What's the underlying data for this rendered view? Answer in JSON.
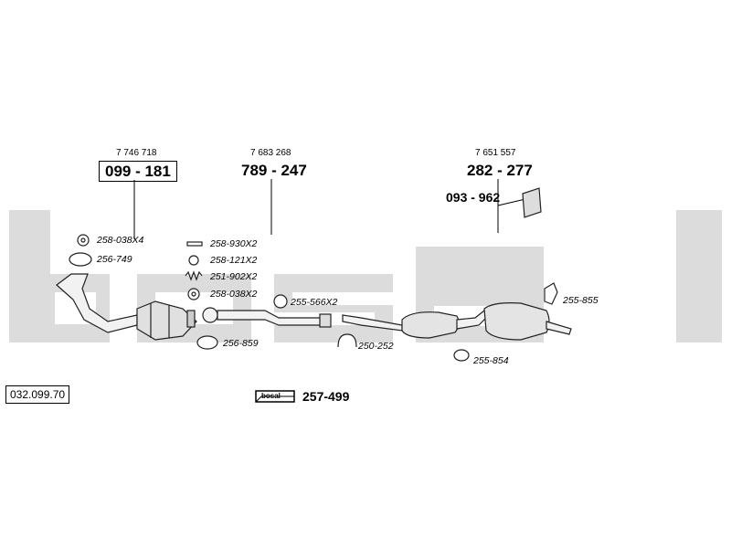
{
  "watermark": {
    "text": "bosal",
    "color": "#d9d9d9"
  },
  "catalog_ref": "032.099.70",
  "assemblies": [
    {
      "id": "front-pipe",
      "oe": "7 746 718",
      "number": "099 - 181",
      "boxed": true
    },
    {
      "id": "middle-pipe",
      "oe": "7 683 268",
      "number": "789 - 247",
      "boxed": false
    },
    {
      "id": "rear-silencer",
      "oe": "7 651 557",
      "number": "282 - 277",
      "boxed": false
    },
    {
      "id": "bracket",
      "number": "093 - 962"
    }
  ],
  "parts": [
    "258-038X4",
    "256-749",
    "258-930X2",
    "258-121X2",
    "251-902X2",
    "258-038X2",
    "256-859",
    "255-566X2",
    "250-252",
    "255-854",
    "255-855"
  ],
  "kit": {
    "logo": "bosal",
    "number": "257-499"
  }
}
